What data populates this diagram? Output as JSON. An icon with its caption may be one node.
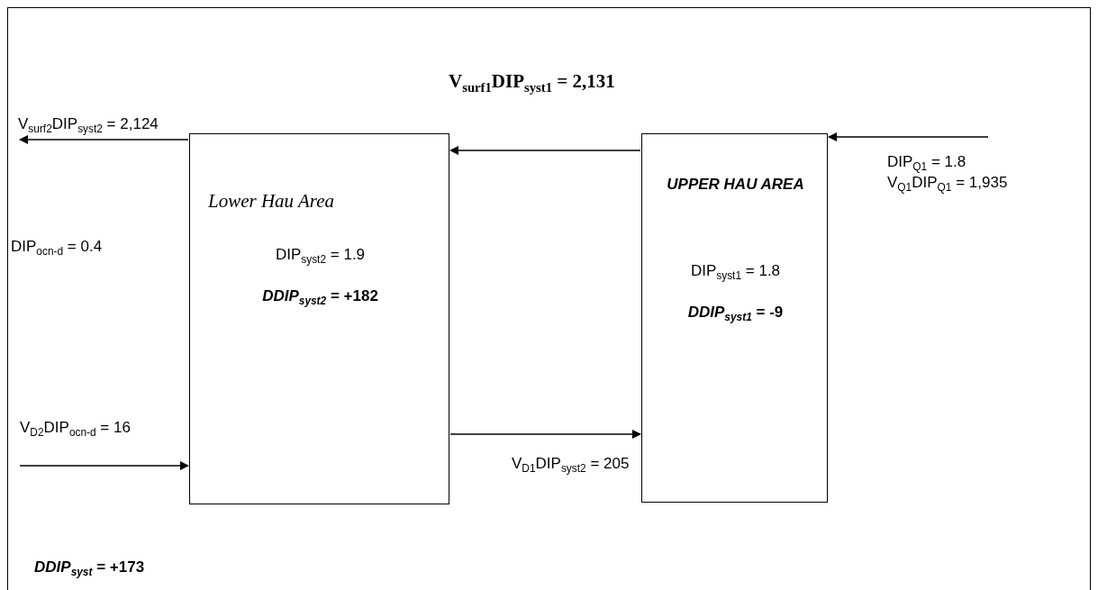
{
  "diagram": {
    "nodes": [
      {
        "text": [
          "Lower Hau Area",
          "DIP$_{syst2}$ = 1.9",
          "*DDIP$_{syst2}$* = +182"
        ]
      },
      {
        "text": [
          "UPPER HAU AREA",
          "DIP$_{syst1}$ = 1.8",
          "*DDIP$_{syst1}$* = -9"
        ]
      }
    ],
    "edges": [
      {
        "from": 1,
        "to": 0,
        "arrow": "to",
        "label": "V$_{surf1}$DIP$_{syst1}$ = 2,131"
      },
      {
        "from": 0,
        "to": null,
        "arrow": "to",
        "label": "V$_{surf2}$DIP$_{syst2}$ = 2,124"
      },
      {
        "from": null,
        "to": 1,
        "arrow": "to",
        "label": "DIP$_{Q1}$ = 1.8"
      },
      {
        "from": 0,
        "to": 1,
        "arrow": "to",
        "label": "V$_{D1}$DIP$_{syst2}$ = 205"
      },
      {
        "from": null,
        "to": 0,
        "arrow": "to",
        "label": "V$_{D2}$DIP$_{ocn-d}$ = 16"
      }
    ],
    "labels": [
      "DIP$_{ocn-d}$ = 0.4",
      "V$_{Q1}$DIP$_{Q1}$ = 1,935",
      "*DDIP$_{syst}$* = +173"
    ]
  }
}
